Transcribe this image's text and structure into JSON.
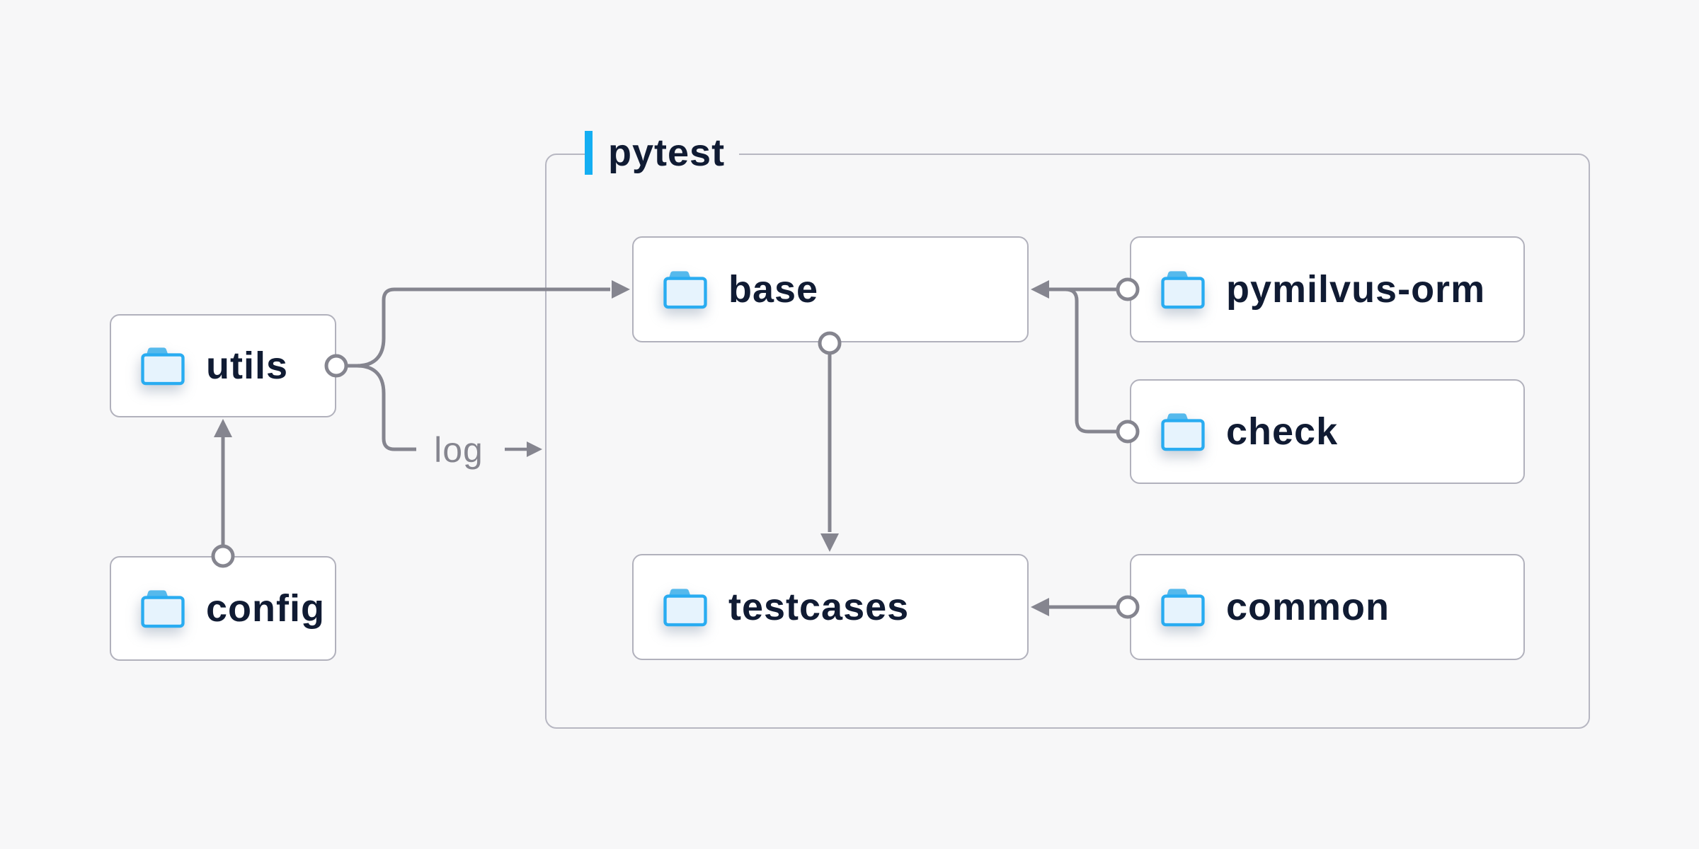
{
  "group": {
    "label": "pytest"
  },
  "nodes": [
    {
      "id": "utils",
      "label": "utils"
    },
    {
      "id": "config",
      "label": "config"
    },
    {
      "id": "base",
      "label": "base"
    },
    {
      "id": "pymilvus-orm",
      "label": "pymilvus-orm"
    },
    {
      "id": "check",
      "label": "check"
    },
    {
      "id": "testcases",
      "label": "testcases"
    },
    {
      "id": "common",
      "label": "common"
    }
  ],
  "edges": [
    {
      "from": "config",
      "to": "utils",
      "label": ""
    },
    {
      "from": "utils",
      "to": "base",
      "label": ""
    },
    {
      "from": "utils",
      "to": "pytest",
      "label": "log"
    },
    {
      "from": "pymilvus-orm",
      "to": "base",
      "label": ""
    },
    {
      "from": "check",
      "to": "base",
      "label": ""
    },
    {
      "from": "base",
      "to": "testcases",
      "label": ""
    },
    {
      "from": "common",
      "to": "testcases",
      "label": ""
    }
  ],
  "icons": {
    "folder": "folder-icon",
    "accent_bar": "accent-bar"
  },
  "colors": {
    "page_bg": "#f7f7f8",
    "node_bg": "#ffffff",
    "node_border": "#b1b1bc",
    "group_border": "#b7b7c2",
    "text": "#101b33",
    "wire_gray": "#85858f",
    "accent_blue": "#14aef2",
    "folder_stroke": "#29acf1",
    "folder_tab": "#55b9ec",
    "folder_fill": "#e6f3fd"
  }
}
